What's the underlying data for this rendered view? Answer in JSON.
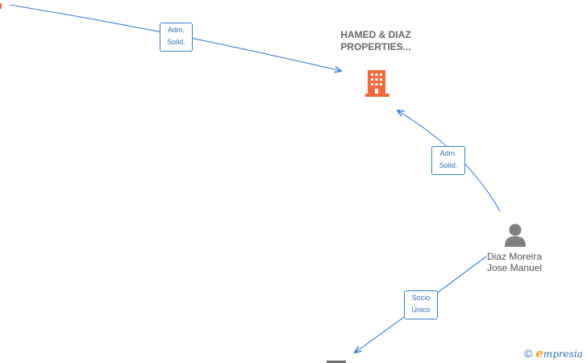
{
  "nodes": {
    "company": {
      "name": "HAMED & DIAZ PROPERTIES...",
      "icon": "building-icon",
      "color": "#f26a3b"
    },
    "person": {
      "name_line1": "Diaz Moreira",
      "name_line2": "Jose Manuel",
      "icon": "person-icon",
      "color": "#808080"
    }
  },
  "edges": [
    {
      "from": "offscreen-top-left",
      "to": "company",
      "label_line1": "Adm.",
      "label_line2": "Solid."
    },
    {
      "from": "person",
      "to": "company",
      "label_line1": "Adm.",
      "label_line2": "Solid."
    },
    {
      "from": "person",
      "to": "offscreen-bottom",
      "label_line1": "Socio",
      "label_line2": "Único"
    }
  ],
  "colors": {
    "edge": "#3a7fd0",
    "label_border": "#3a7fd0",
    "label_text": "#2f6fb7"
  },
  "footer": {
    "copyright_symbol": "©",
    "brand_first": "e",
    "brand_rest": "mpresia"
  }
}
